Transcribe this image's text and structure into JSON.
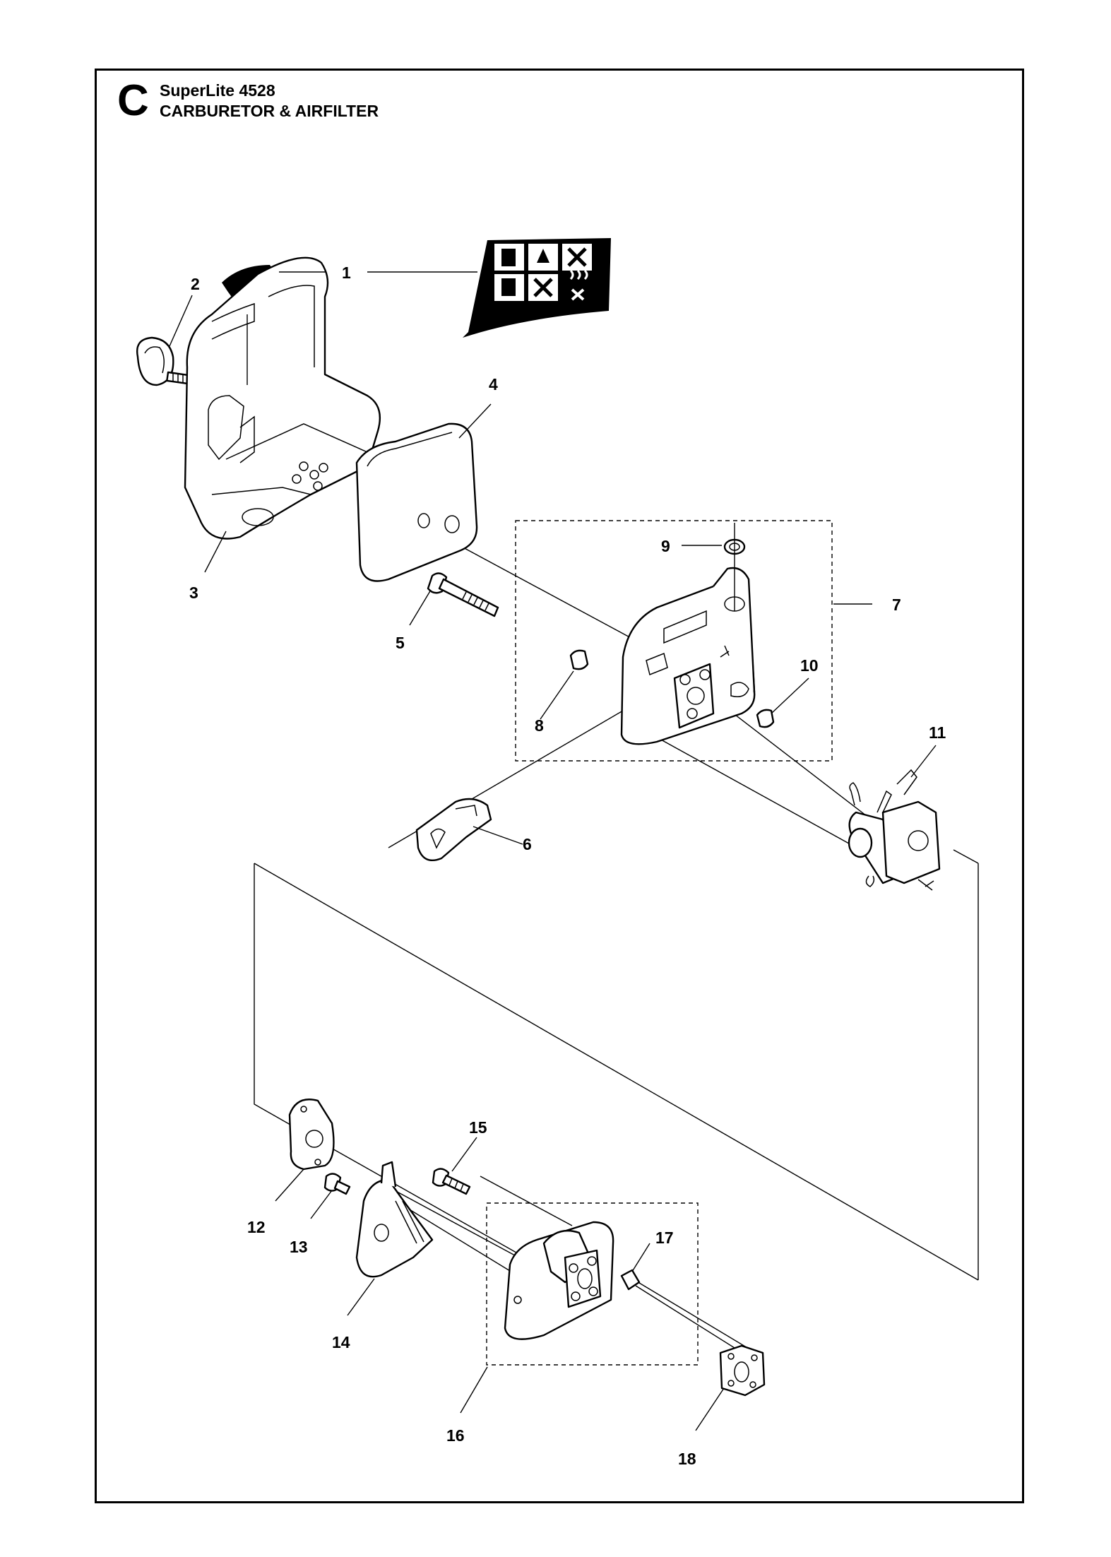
{
  "header": {
    "section_letter": "C",
    "model": "SuperLite 4528",
    "section_title": "CARBURETOR & AIRFILTER"
  },
  "callouts": [
    "1",
    "2",
    "3",
    "4",
    "5",
    "6",
    "7",
    "8",
    "9",
    "10",
    "11",
    "12",
    "13",
    "14",
    "15",
    "16",
    "17",
    "18"
  ],
  "colors": {
    "ink": "#000000",
    "paper": "#ffffff"
  }
}
